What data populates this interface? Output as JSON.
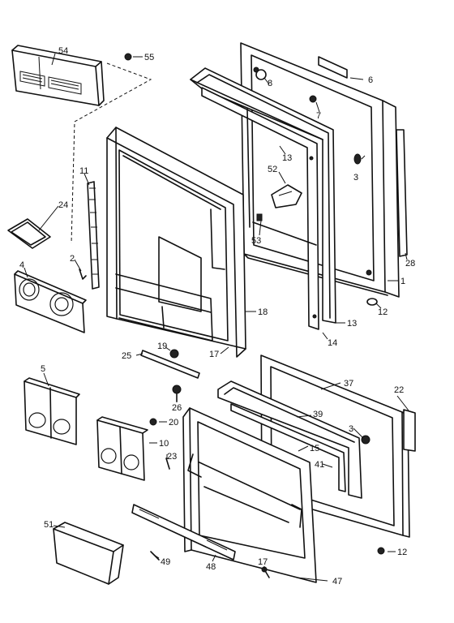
{
  "labels": {
    "p54": "54",
    "p55": "55",
    "p8": "8",
    "p6": "6",
    "p7": "7",
    "p13a": "13",
    "p3a": "3",
    "p52": "52",
    "p53": "53",
    "p11": "11",
    "p24": "24",
    "p2": "2",
    "p4": "4",
    "p28": "28",
    "p1": "1",
    "p12a": "12",
    "p18": "18",
    "p13b": "13",
    "p14": "14",
    "p19": "19",
    "p25": "25",
    "p17a": "17",
    "p26": "26",
    "p37": "37",
    "p22": "22",
    "p5": "5",
    "p20": "20",
    "p10": "10",
    "p23": "23",
    "p39": "39",
    "p3b": "3",
    "p15": "15",
    "p41": "41",
    "p51": "51",
    "p49": "49",
    "p48": "48",
    "p17b": "17",
    "p47": "47",
    "p12b": "12"
  }
}
